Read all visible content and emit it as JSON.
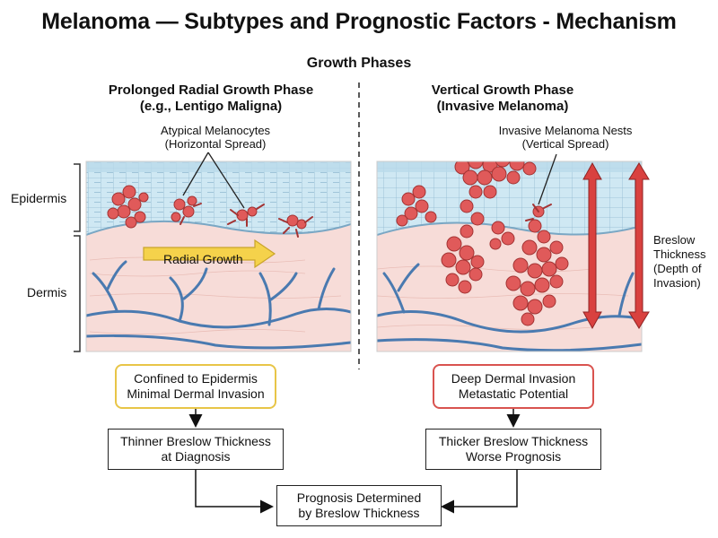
{
  "title": "Melanoma — Subtypes and Prognostic Factors - Mechanism",
  "subtitle": "Growth Phases",
  "left_phase": {
    "title_line1": "Prolonged Radial Growth Phase",
    "title_line2": "(e.g., Lentigo Maligna)",
    "cells_label_line1": "Atypical Melanocytes",
    "cells_label_line2": "(Horizontal Spread)",
    "arrow_label": "Radial Growth"
  },
  "right_phase": {
    "title_line1": "Vertical Growth Phase",
    "title_line2": "(Invasive Melanoma)",
    "cells_label_line1": "Invasive Melanoma Nests",
    "cells_label_line2": "(Vertical Spread)",
    "breslow_line1": "Breslow",
    "breslow_line2": "Thickness",
    "breslow_line3": "(Depth of",
    "breslow_line4": "Invasion)"
  },
  "layers": {
    "epidermis": "Epidermis",
    "dermis": "Dermis"
  },
  "flow": {
    "left_box1_line1": "Confined to Epidermis",
    "left_box1_line2": "Minimal Dermal Invasion",
    "left_box2_line1": "Thinner Breslow Thickness",
    "left_box2_line2": "at Diagnosis",
    "right_box1_line1": "Deep Dermal Invasion",
    "right_box1_line2": "Metastatic Potential",
    "right_box2_line1": "Thicker Breslow Thickness",
    "right_box2_line2": "Worse Prognosis",
    "final_line1": "Prognosis Determined",
    "final_line2": "by Breslow Thickness"
  },
  "colors": {
    "epidermis": "#cfe8f3",
    "dermis": "#f7dcd8",
    "vessel": "#4a7ab0",
    "melanoma": "#e05a5a",
    "arrow_yellow": "#f5d24b",
    "arrow_red": "#d9413f"
  }
}
